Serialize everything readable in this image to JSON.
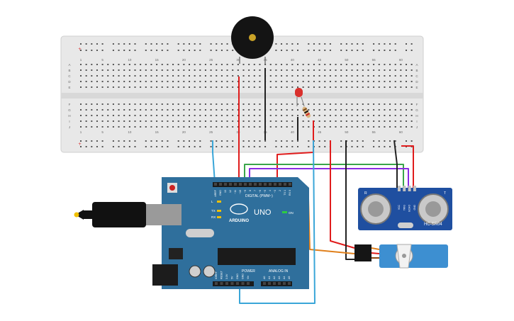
{
  "breadboard": {
    "top_column_numbers": [
      "1",
      "5",
      "10",
      "15",
      "20",
      "25",
      "30",
      "35",
      "40",
      "45",
      "50",
      "55",
      "60"
    ],
    "bottom_column_numbers": [
      "1",
      "5",
      "10",
      "15",
      "20",
      "25",
      "30",
      "35",
      "40",
      "45",
      "50",
      "55",
      "60"
    ],
    "left_row_letters": [
      "A",
      "B",
      "C",
      "D",
      "E",
      "F",
      "G",
      "H",
      "I",
      "J"
    ],
    "right_row_letters": [
      "A",
      "B",
      "C",
      "D",
      "E",
      "F",
      "G",
      "H",
      "I",
      "J"
    ],
    "rail_plus": "+",
    "rail_minus": "-"
  },
  "arduino": {
    "brand": "ARDUINO",
    "model": "UNO",
    "digital_header": "DIGITAL (PWM~)",
    "power_header": "POWER",
    "analog_header": "ANALOG IN",
    "on_label": "ON",
    "l_label": "L",
    "tx_label": "TX",
    "rx_label": "RX",
    "digital_pins": [
      "AREF",
      "GND",
      "13",
      "12",
      "~11",
      "~10",
      "~9",
      "8",
      "7",
      "~6",
      "~5",
      "4",
      "~3",
      "2",
      "TX 1",
      "RX 0"
    ],
    "power_pins": [
      "IOREF",
      "RESET",
      "3.3V",
      "5V",
      "GND",
      "GND",
      "Vin"
    ],
    "analog_pins": [
      "A0",
      "A1",
      "A2",
      "A3",
      "A4",
      "A5"
    ]
  },
  "ultrasonic": {
    "model": "HC-SR04",
    "pins": [
      "VCC",
      "TRIG",
      "ECHO",
      "GND"
    ],
    "left_mark": "R",
    "right_mark": "T"
  },
  "colors": {
    "board_blue": "#2f6f9c",
    "wire_red": "#e01c1c",
    "wire_black": "#222222",
    "wire_blue": "#3aa6d8",
    "wire_green": "#3aa54a",
    "wire_purple": "#8a2be2",
    "wire_orange": "#e0801c",
    "wire_brown": "#8b4513",
    "led_red": "#d9302c",
    "servo_blue": "#3d8fd1"
  },
  "components": {
    "icons": [
      "buzzer-icon",
      "led-icon",
      "resistor-icon",
      "servo-icon",
      "usb-cable-icon",
      "power-jack-icon"
    ]
  }
}
